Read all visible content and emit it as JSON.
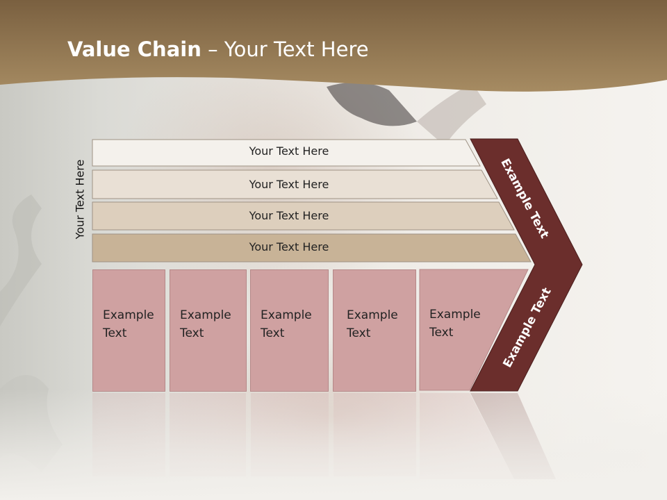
{
  "title": {
    "bold": "Value Chain",
    "rest": " – Your Text Here"
  },
  "side_label": "Your Text Here",
  "rows": [
    {
      "label": "Your Text Here",
      "color": "#f4f1ec"
    },
    {
      "label": "Your Text Here",
      "color": "#e9e0d5"
    },
    {
      "label": "Your Text Here",
      "color": "#ddcfbd"
    },
    {
      "label": "Your Text Here",
      "color": "#c8b397"
    }
  ],
  "chevron": {
    "top_label": "Example Text",
    "bottom_label": "Example Text",
    "color": "#6b2e2c"
  },
  "boxes": [
    {
      "line1": "Example",
      "line2": "Text"
    },
    {
      "line1": "Example",
      "line2": "Text"
    },
    {
      "line1": "Example",
      "line2": "Text"
    },
    {
      "line1": "Example",
      "line2": "Text"
    },
    {
      "line1": "Example",
      "line2": "Text"
    }
  ],
  "colors": {
    "header": "#8a7048",
    "box": "#cfa1a1",
    "chevron": "#6b2e2c"
  }
}
